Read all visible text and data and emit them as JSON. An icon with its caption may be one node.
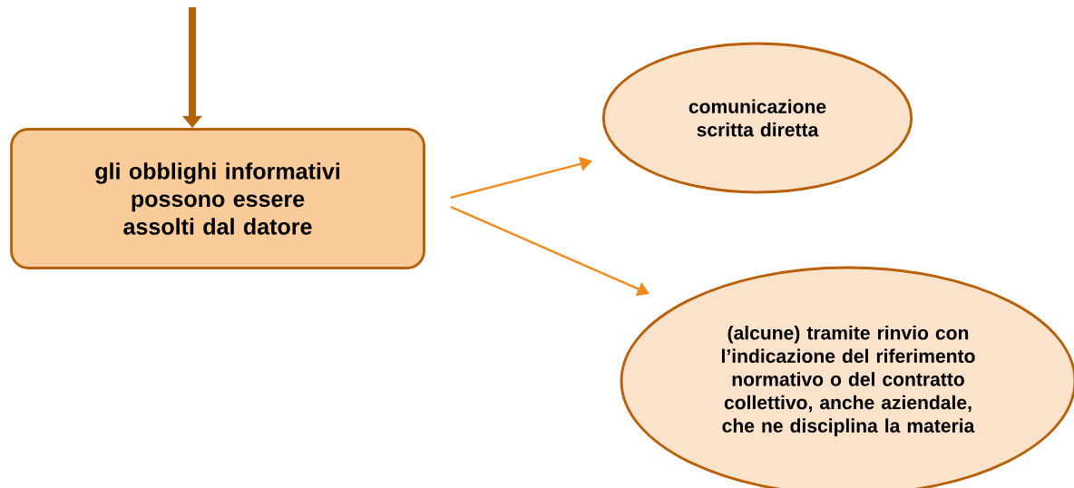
{
  "diagram": {
    "nodes": [
      {
        "text": [
          "gli obblighi informativi possono essere assolti dal datore"
        ]
      },
      {
        "text": [
          "comunicazione scritta diretta"
        ]
      },
      {
        "text": [
          "(alcune) tramite rinvio con l’indicazione del riferimento normativo o del contratto collettivo, anche aziendale, che ne disciplina la materia"
        ]
      }
    ],
    "edges": [
      {
        "from": null,
        "to": 0,
        "arrow": "to",
        "style": "thick",
        "color": "#b5620f"
      },
      {
        "from": 0,
        "to": 1,
        "arrow": "to"
      },
      {
        "from": 0,
        "to": 2,
        "arrow": "to"
      }
    ]
  }
}
